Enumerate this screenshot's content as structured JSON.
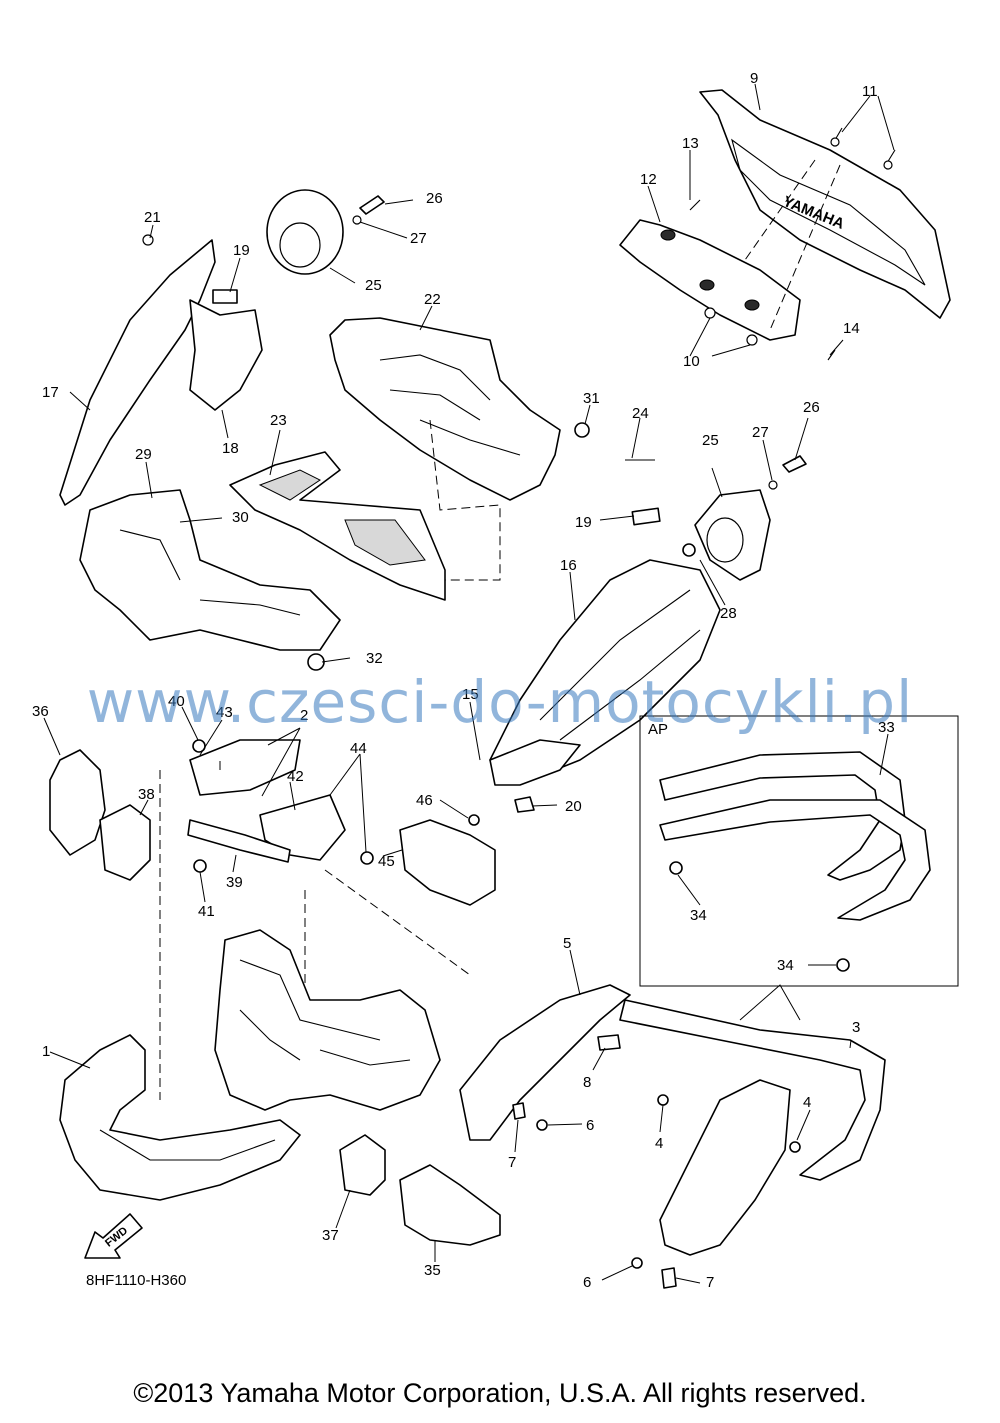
{
  "callouts": [
    "1",
    "2",
    "3",
    "4",
    "5",
    "6",
    "7",
    "8",
    "9",
    "10",
    "11",
    "12",
    "13",
    "14",
    "15",
    "16",
    "17",
    "18",
    "19",
    "20",
    "21",
    "22",
    "23",
    "24",
    "25",
    "26",
    "27",
    "28",
    "29",
    "30",
    "31",
    "32",
    "33",
    "34",
    "35",
    "36",
    "37",
    "38",
    "39",
    "40",
    "41",
    "42",
    "43",
    "44",
    "45",
    "46"
  ],
  "labels": {
    "l1": "1",
    "l2": "2",
    "l3": "3",
    "l4a": "4",
    "l4b": "4",
    "l5": "5",
    "l6a": "6",
    "l6b": "6",
    "l7a": "7",
    "l7b": "7",
    "l8": "8",
    "l9": "9",
    "l10": "10",
    "l11": "11",
    "l12": "12",
    "l13": "13",
    "l14": "14",
    "l15": "15",
    "l16": "16",
    "l17": "17",
    "l18": "18",
    "l19a": "19",
    "l19b": "19",
    "l20": "20",
    "l21": "21",
    "l22": "22",
    "l23": "23",
    "l24": "24",
    "l25a": "25",
    "l25b": "25",
    "l26a": "26",
    "l26b": "26",
    "l27a": "27",
    "l27b": "27",
    "l28": "28",
    "l29": "29",
    "l30": "30",
    "l31": "31",
    "l32": "32",
    "l33": "33",
    "l34a": "34",
    "l34b": "34",
    "l35": "35",
    "l36": "36",
    "l37": "37",
    "l38": "38",
    "l39": "39",
    "l40": "40",
    "l41": "41",
    "l42": "42",
    "l43": "43",
    "l44": "44",
    "l45": "45",
    "l46": "46"
  },
  "inset_label": "AP",
  "fwd_label": "FWD",
  "emblem_text": "YAMAHA",
  "diagram_code": "8HF1110-H360",
  "watermark": "www.czesci-do-motocykli.pl",
  "copyright": "©2013 Yamaha Motor Corporation, U.S.A. All rights reserved.",
  "colors": {
    "line": "#000000",
    "background": "#ffffff",
    "watermark": "#3778be"
  }
}
